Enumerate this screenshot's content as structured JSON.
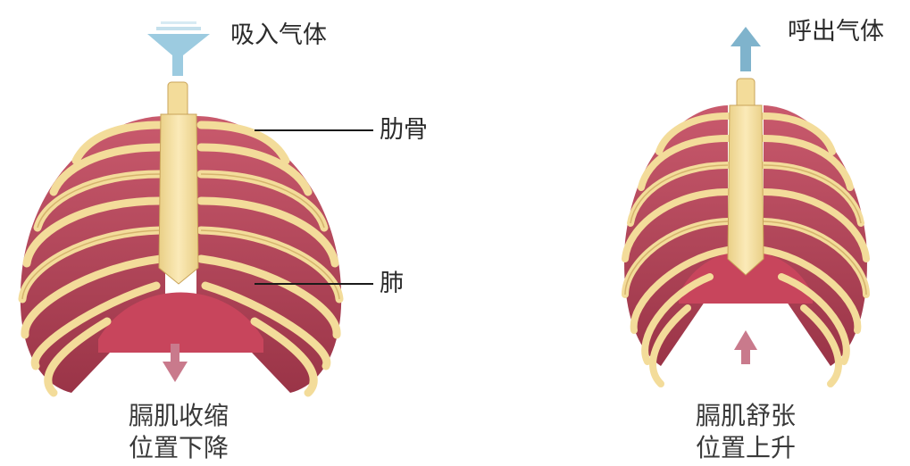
{
  "left": {
    "top_label": "吸入气体",
    "rib_label": "肋骨",
    "lung_label": "肺",
    "caption_line1": "膈肌收缩",
    "caption_line2": "位置下降"
  },
  "right": {
    "top_label": "呼出气体",
    "caption_line1": "膈肌舒张",
    "caption_line2": "位置上升"
  },
  "colors": {
    "bone": "#f3dc9a",
    "bone_edge": "#c9a35a",
    "lung": "#b84a5e",
    "lung_dark": "#8e2c40",
    "diaphragm": "#c8455c",
    "air_in": "#9ccbe0",
    "air_out": "#7fb3cc",
    "arrow": "#c97a8c",
    "leader": "#1a1a1a"
  }
}
